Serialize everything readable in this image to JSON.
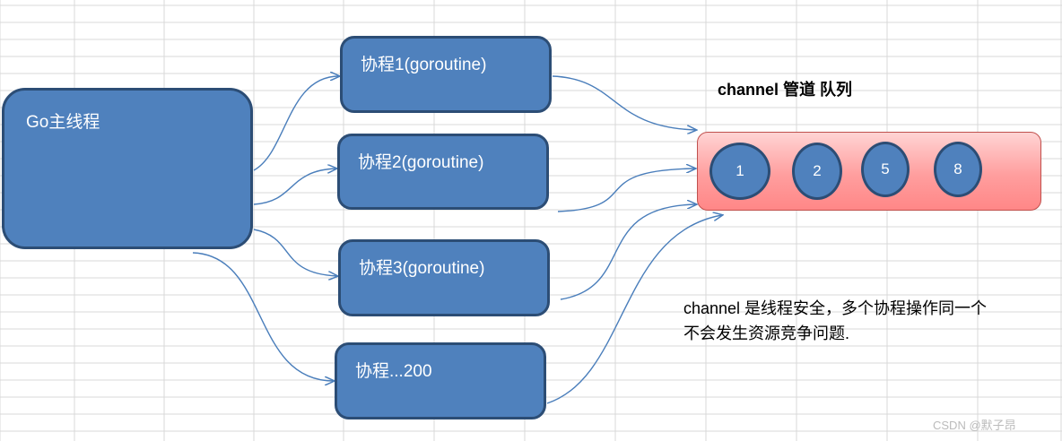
{
  "main_thread": {
    "label": "Go主线程"
  },
  "goroutines": [
    {
      "label": "协程1(goroutine)"
    },
    {
      "label": "协程2(goroutine)"
    },
    {
      "label": "协程3(goroutine)"
    },
    {
      "label": "协程...200"
    }
  ],
  "channel": {
    "label": "channel 管道 队列",
    "items": [
      "1",
      "2",
      "5",
      "8"
    ]
  },
  "note": {
    "line1": "channel  是线程安全，多个协程操作同一个",
    "line2": "不会发生资源竞争问题."
  },
  "watermark": "CSDN @默子昂",
  "colors": {
    "box_fill": "#4f81bd",
    "box_border": "#2c4d75",
    "queue_fill": "#ff9e9e",
    "queue_border": "#c0504d",
    "arrow": "#4a7ebb",
    "grid": "#d9d9d9"
  }
}
